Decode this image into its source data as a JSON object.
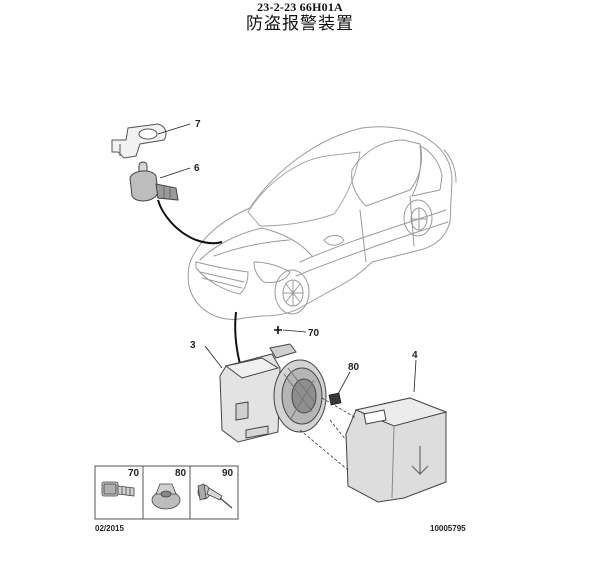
{
  "header": {
    "code": "23-2-23 66H01A",
    "title": "防盗报警装置"
  },
  "callouts": [
    "7",
    "6",
    "70",
    "3",
    "80",
    "4"
  ],
  "legend": {
    "cells": [
      {
        "label": "70",
        "icon": "screw-icon"
      },
      {
        "label": "80",
        "icon": "nut-icon"
      },
      {
        "label": "90",
        "icon": "rivet-icon"
      }
    ]
  },
  "footer": {
    "date": "02/2015",
    "ref": "10005795"
  }
}
